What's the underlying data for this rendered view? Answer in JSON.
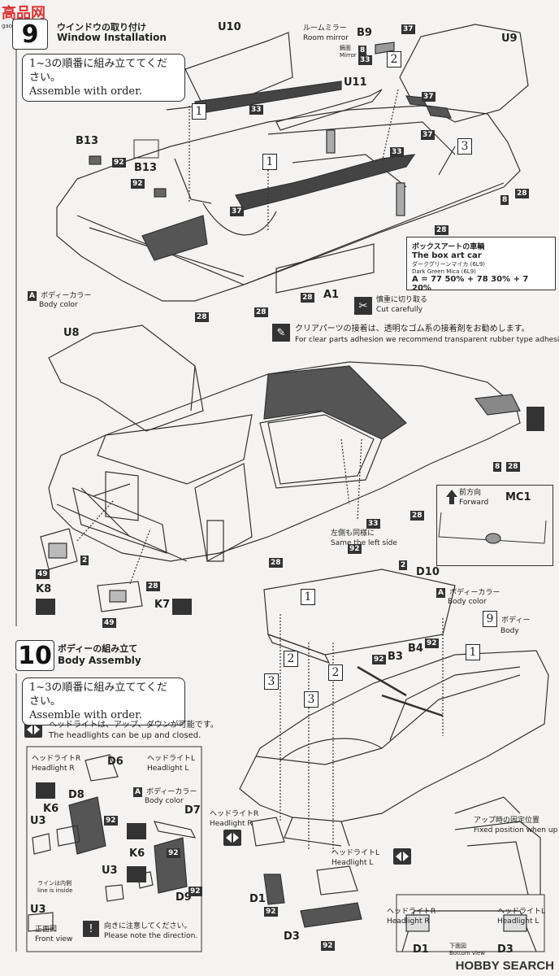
{
  "watermark_top_left": "高品网",
  "watermark_top_sub": "gaoshan.com",
  "watermark_bottom_right": "HOBBY SEARCH",
  "step9": {
    "number": "9",
    "title_jp": "ウインドウの取り付け",
    "title_en": "Window Installation",
    "order_jp": "1~3の順番に組み立ててください。",
    "order_en": "Assemble with order.",
    "parts": {
      "u10": "U10",
      "u9": "U9",
      "u11": "U11",
      "b9": "B9",
      "b13a": "B13",
      "b13b": "B13",
      "a1": "A1",
      "u8": "U8",
      "k8": "K8",
      "k7": "K7",
      "mc1": "MC1"
    },
    "room_mirror_jp": "ルームミラー",
    "room_mirror_en": "Room mirror",
    "mirror_face_jp": "鏡面",
    "mirror_face_en": "Mirror",
    "tags": [
      "37",
      "8",
      "33",
      "33",
      "92",
      "92",
      "37",
      "37",
      "33",
      "8",
      "28",
      "37",
      "28",
      "28",
      "28",
      "28",
      "8",
      "28",
      "33",
      "28",
      "92",
      "49",
      "2",
      "28",
      "28",
      "49"
    ],
    "steps": [
      "1",
      "2",
      "1",
      "3"
    ],
    "body_color_jp": "ボディーカラー",
    "body_color_en": "Body color",
    "box_art": {
      "title_jp": "ボックスアートの車輌",
      "title_en": "The box art car",
      "color_jp": "ダークグリーンマイカ",
      "color_code_jp": "(6L9)",
      "color_en": "Dark Green Mica",
      "color_code_en": "(6L9)",
      "formula": "A = 77 50% + 78 30% + 7 20%"
    },
    "cut_jp": "慎重に切り取る",
    "cut_en": "Cut carefully",
    "clear_jp": "クリアパーツの接着は、透明なゴム系の接着剤をお勧めします。",
    "clear_en": "For clear parts adhesion we recommend transparent rubber type adhesive.",
    "forward_jp": "前方向",
    "forward_en": "Forward",
    "same_left_jp": "左側も同様に",
    "same_left_en": "Same the left side"
  },
  "step10": {
    "number": "10",
    "title_jp": "ボディーの組み立て",
    "title_en": "Body Assembly",
    "order_jp": "1~3の順番に組み立ててください。",
    "order_en": "Assemble with order.",
    "headlight_note_jp": "ヘッドライトは、アップ、ダウンが可能です。",
    "headlight_note_en": "The headlights can be up and closed.",
    "parts": {
      "d10": "D10",
      "b3": "B3",
      "b4": "B4",
      "d6": "D6",
      "d8": "D8",
      "d7": "D7",
      "k6a": "K6",
      "k6b": "K6",
      "u3a": "U3",
      "u3b": "U3",
      "u3c": "U3",
      "d9": "D9",
      "d1a": "D1",
      "d3a": "D3",
      "d1b": "D1",
      "d3b": "D3"
    },
    "body_color_jp": "ボディーカラー",
    "body_color_en": "Body color",
    "body_ref_num": "9",
    "body_ref_jp": "ボディー",
    "body_ref_en": "Body",
    "headlight_r_jp": "ヘッドライトR",
    "headlight_r_en": "Headlight R",
    "headlight_l_jp": "ヘッドライトL",
    "headlight_l_en": "Headlight L",
    "line_inside_jp": "ラインは内側",
    "line_inside_en": "line is inside",
    "front_view_jp": "正面図",
    "front_view_en": "Front view",
    "direction_jp": "向きに注意してください。",
    "direction_en": "Please note the direction.",
    "fixed_pos_jp": "アップ時の固定位置",
    "fixed_pos_en": "Fixed position when up",
    "bottom_view_jp": "下面図",
    "bottom_view_en": "Bottom view",
    "tags": [
      "2",
      "92",
      "92",
      "92",
      "92",
      "92",
      "92",
      "92"
    ],
    "steps": [
      "1",
      "1",
      "2",
      "2",
      "3",
      "3"
    ]
  },
  "colors": {
    "ink": "#222222",
    "paper": "#f4f3f1",
    "tag_bg": "#333333"
  }
}
